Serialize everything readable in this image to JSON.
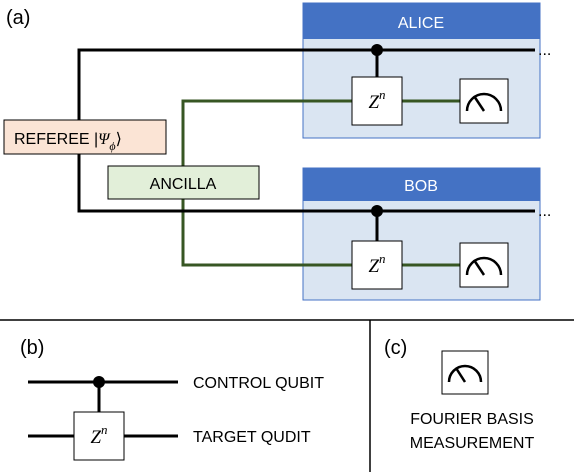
{
  "panel_a": {
    "label": "(a)",
    "alice": {
      "title": "ALICE",
      "gate": {
        "base": "Z",
        "exp": "n"
      }
    },
    "bob": {
      "title": "BOB",
      "gate": {
        "base": "Z",
        "exp": "n"
      }
    },
    "referee": {
      "prefix": "REFEREE |",
      "psi": "Ψ",
      "sub": "ϕ",
      "suffix": "⟩"
    },
    "ancilla": "ANCILLA",
    "ellipsis": "..."
  },
  "panel_b": {
    "label": "(b)",
    "control_label": "CONTROL QUBIT",
    "target_label": "TARGET QUDIT",
    "gate": {
      "base": "Z",
      "exp": "n"
    }
  },
  "panel_c": {
    "label": "(c)",
    "caption_line1": "FOURIER BASIS",
    "caption_line2": "MEASUREMENT"
  },
  "colors": {
    "party_header": "#4472c4",
    "party_body": "#dae5f2",
    "referee_box": "#fbe4d5",
    "ancilla_box": "#e2efd9",
    "ancilla_wire": "#375623",
    "wire": "#000000"
  },
  "icons": [
    "meter-icon"
  ]
}
